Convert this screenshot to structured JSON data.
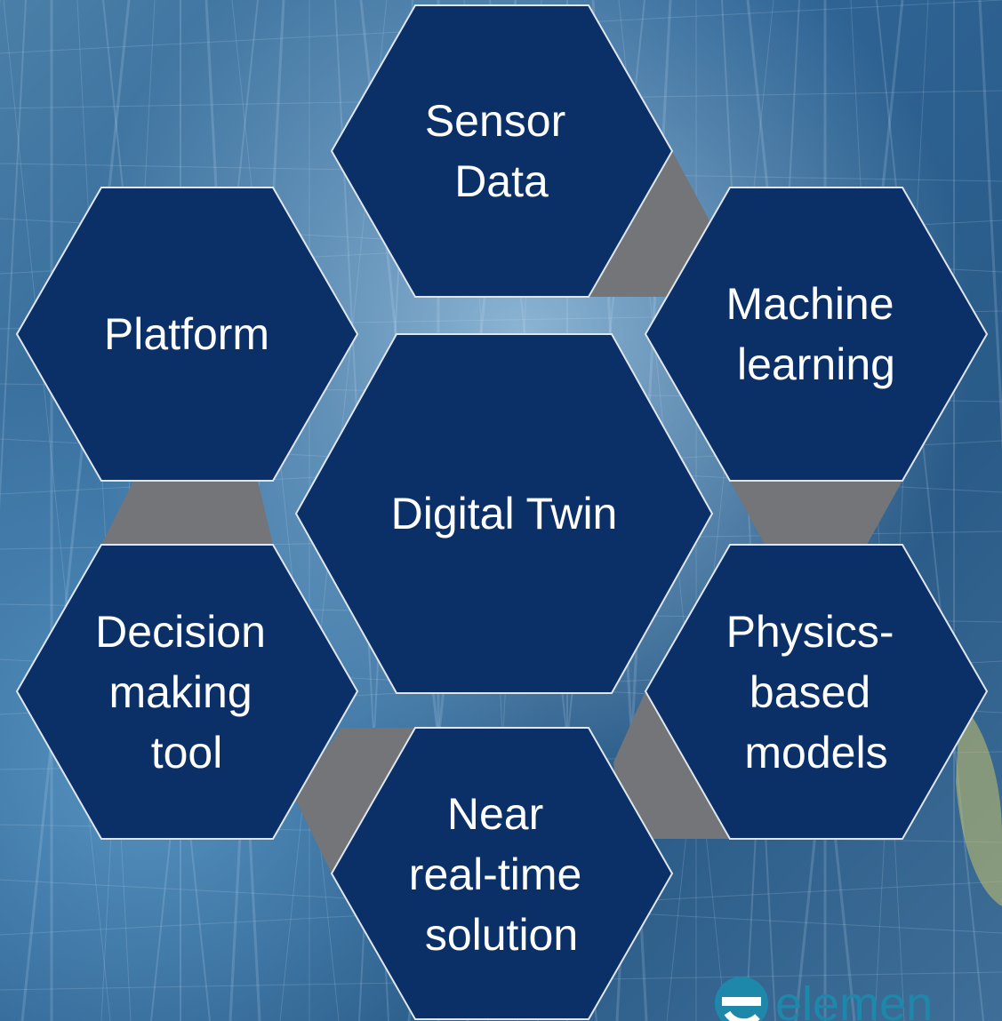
{
  "diagram": {
    "center": {
      "label": [
        "Digital Twin"
      ]
    },
    "nodes": [
      {
        "id": "sensor-data",
        "label": [
          "Sensor",
          "Data"
        ]
      },
      {
        "id": "machine-learning",
        "label": [
          "Machine",
          "learning"
        ]
      },
      {
        "id": "physics-based-models",
        "label": [
          "Physics-",
          "based",
          "models"
        ]
      },
      {
        "id": "near-real-time-solution",
        "label": [
          "Near",
          "real-time",
          "solution"
        ]
      },
      {
        "id": "decision-making-tool",
        "label": [
          "Decision",
          "making",
          "tool"
        ]
      },
      {
        "id": "platform",
        "label": [
          "Platform"
        ]
      }
    ]
  },
  "logo": {
    "text": "elemen"
  },
  "colors": {
    "hex_fill": "#0b3068",
    "hex_stroke": "#dfe6ee",
    "connector": "#737578",
    "logo": "#1d88a9"
  }
}
